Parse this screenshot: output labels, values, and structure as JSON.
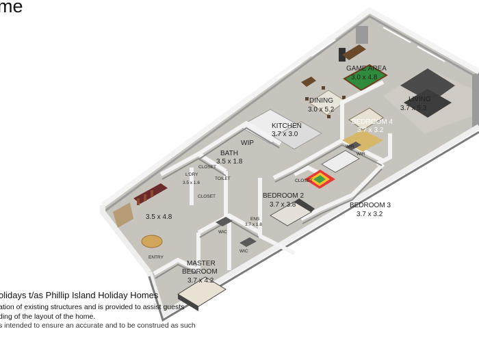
{
  "title": "me",
  "rooms": {
    "game_area": {
      "name": "GAME AREA",
      "size": "3.0 x 4.8"
    },
    "dining": {
      "name": "DINING",
      "size": "3.0 x 5.2"
    },
    "living": {
      "name": "LIVING",
      "size": "3.7 x 5.3"
    },
    "kitchen": {
      "name": "KITCHEN",
      "size": "3.7 x 3.0"
    },
    "bedroom4": {
      "name": "BEDROOM 4",
      "size": "3.7 x 3.2"
    },
    "wip": {
      "name": "WIP"
    },
    "bath": {
      "name": "BATH",
      "size": "3.5 x 1.8"
    },
    "laundry": {
      "name": "L'DRY",
      "size": "3.5 x 1.6"
    },
    "garage": {
      "size": "3.5 x 4.8"
    },
    "bedroom2": {
      "name": "BEDROOM 2",
      "size": "3.7 x 3.8"
    },
    "bedroom3": {
      "name": "BEDROOM 3",
      "size": "3.7 x 3.2"
    },
    "ens": {
      "name": "ENS",
      "size": "3.7 x 1.8"
    },
    "master": {
      "name": "MASTER",
      "name2": "BEDROOM",
      "size": "3.7 x 4.2"
    }
  },
  "small_labels": {
    "closet": "CLOSET",
    "toilet": "TOILET",
    "wic": "WIC",
    "wir": "WIR",
    "entry": "ENTRY"
  },
  "caption": {
    "company": "olidays t/as Phillip Island Holiday Homes",
    "line1": "ation of existing structures and is provided to assist guests",
    "line2": "ding of the layout of the home.",
    "line3": "s intended to ensure an accurate and to be construed as such"
  },
  "colors": {
    "floor": "#c9c6c0",
    "wall_top": "#f3f3f3",
    "wall_side": "#8d8d8d",
    "pool_table": "#2f8a3c",
    "dark_furniture": "#4a4a4a"
  }
}
